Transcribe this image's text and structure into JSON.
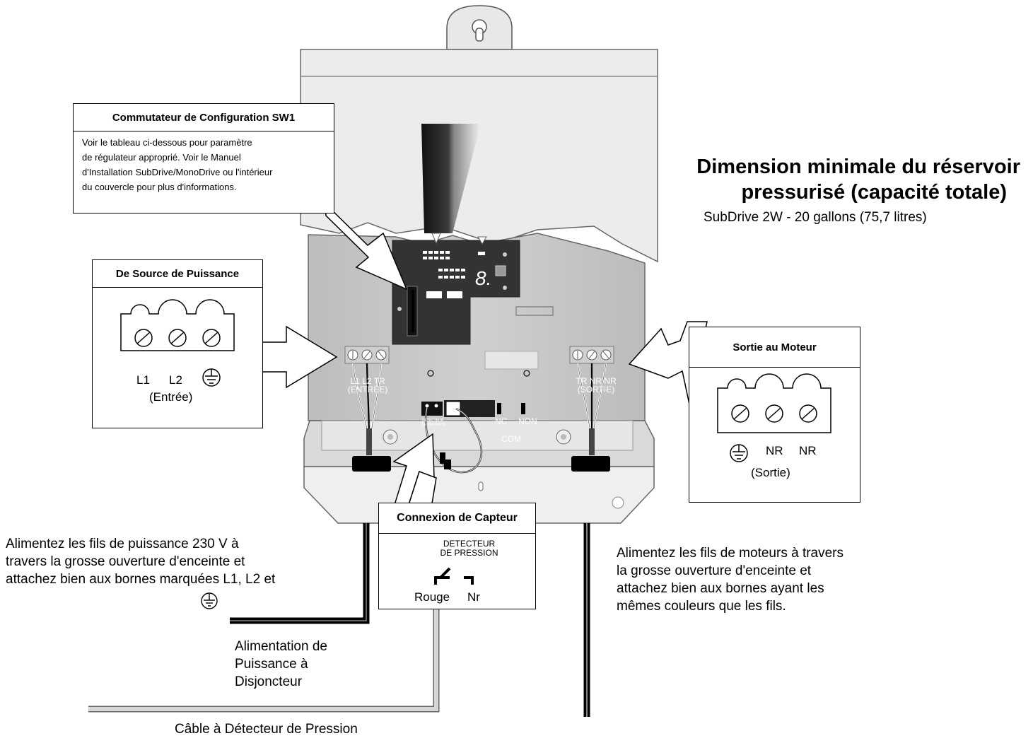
{
  "config_switch": {
    "title": "Commutateur de Configuration SW1",
    "lines": [
      "Voir le tableau ci-dessous pour paramètre",
      "de régulateur approprié. Voir le Manuel",
      "d'Installation SubDrive/MonoDrive ou l'intérieur",
      "du couvercle pour plus d'informations."
    ]
  },
  "tank": {
    "title_line1": "Dimension minimale du réservoir",
    "title_line2": "pressurisé (capacité totale)",
    "subtitle": "SubDrive 2W - 20 gallons (75,7 litres)"
  },
  "power_source": {
    "title": "De Source de Puissance",
    "l1": "L1",
    "l2": "L2",
    "caption": "(Entrée)"
  },
  "motor_output": {
    "title": "Sortie au Moteur",
    "nr1": "NR",
    "nr2": "NR",
    "caption": "(Sortie)"
  },
  "sensor": {
    "title": "Connexion de Capteur",
    "detector_line1": "DETECTEUR",
    "detector_line2": "DE PRESSION",
    "red": "Rouge",
    "black": "Nr"
  },
  "device": {
    "in_terminals": "L1  L2  TR",
    "in_caption": "(ENTRÉE)",
    "out_terminals": "TR  NR  NR",
    "out_caption": "(SORTIE)",
    "nc": "NC",
    "non": "NON",
    "com": "COM",
    "det_small1": "DÉTECTEUR",
    "det_small2": "DE PRESSION"
  },
  "power_feed_note": [
    "Alimentez les fils de puissance 230 V à",
    "travers la grosse ouverture d'enceinte et",
    "attachez bien aux bornes marquées L1, L2 et"
  ],
  "motor_feed_note": [
    "Alimentez les fils de moteurs à travers",
    "la grosse ouverture d'enceinte et",
    "attachez bien aux bornes ayant les",
    "mêmes couleurs que les fils."
  ],
  "breaker_label": [
    "Alimentation de",
    "Puissance à",
    "Disjoncteur"
  ],
  "cable_label": "Câble à Détecteur de Pression",
  "icons": [
    "keyhole-icon",
    "ground-symbol-icon",
    "screw-terminal-icon",
    "pressure-switch-icon",
    "callout-arrow-icon"
  ]
}
